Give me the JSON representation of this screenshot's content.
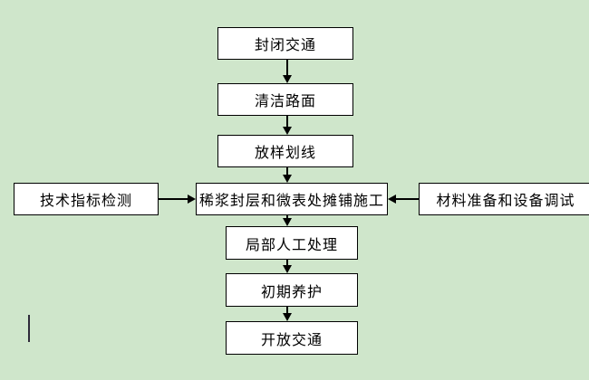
{
  "theme": {
    "background": "#cfe6cb",
    "node_fill": "#ffffff",
    "line": "#000000",
    "caret": "#2e2b3a"
  },
  "diagram": {
    "type": "flowchart",
    "nodes": {
      "close_traffic": "封闭交通",
      "clean_pavement": "清洁路面",
      "setting_out_marking": "放样划线",
      "technical_index_inspection": "技术指标检测",
      "slurry_seal_micro_surfacing_paving": "稀浆封层和微表处摊铺施工",
      "material_prep_equipment_debug": "材料准备和设备调试",
      "local_manual_treatment": "局部人工处理",
      "initial_curing": "初期养护",
      "open_traffic": "开放交通"
    }
  }
}
